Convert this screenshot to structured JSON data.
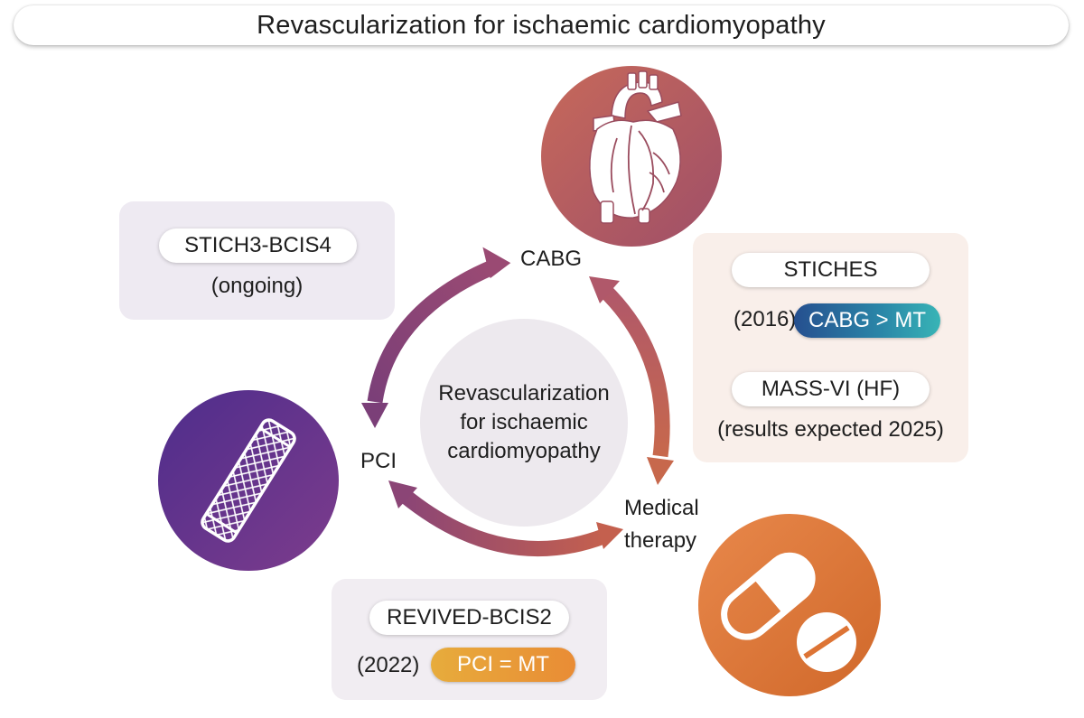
{
  "title": "Revascularization for ischaemic cardiomyopathy",
  "center": {
    "line1": "Revascularization",
    "line2": "for ischaemic",
    "line3": "cardiomyopathy"
  },
  "nodes": {
    "cabg": "CABG",
    "pci": "PCI",
    "mt_line1": "Medical",
    "mt_line2": "therapy"
  },
  "trials": {
    "stich3": {
      "name": "STICH3-BCIS4",
      "status": "(ongoing)"
    },
    "stiches": {
      "name": "STICHES",
      "year": "(2016)",
      "result": "CABG > MT"
    },
    "massvi": {
      "name": "MASS-VI (HF)",
      "status": "(results expected 2025)"
    },
    "revived": {
      "name": "REVIVED-BCIS2",
      "year": "(2022)",
      "result": "PCI = MT"
    }
  },
  "icons": {
    "heart": "heart-icon",
    "stent": "stent-icon",
    "pill": "pill-icon"
  },
  "colors": {
    "heart_circle": "#b35c61",
    "stent_circle": "#5e3290",
    "pill_circle": "#dd7435",
    "badge_blue": "#2a6a9c",
    "badge_orange": "#e99a38",
    "arrow_purple": "#8a4077",
    "arrow_orange": "#c4634e"
  }
}
